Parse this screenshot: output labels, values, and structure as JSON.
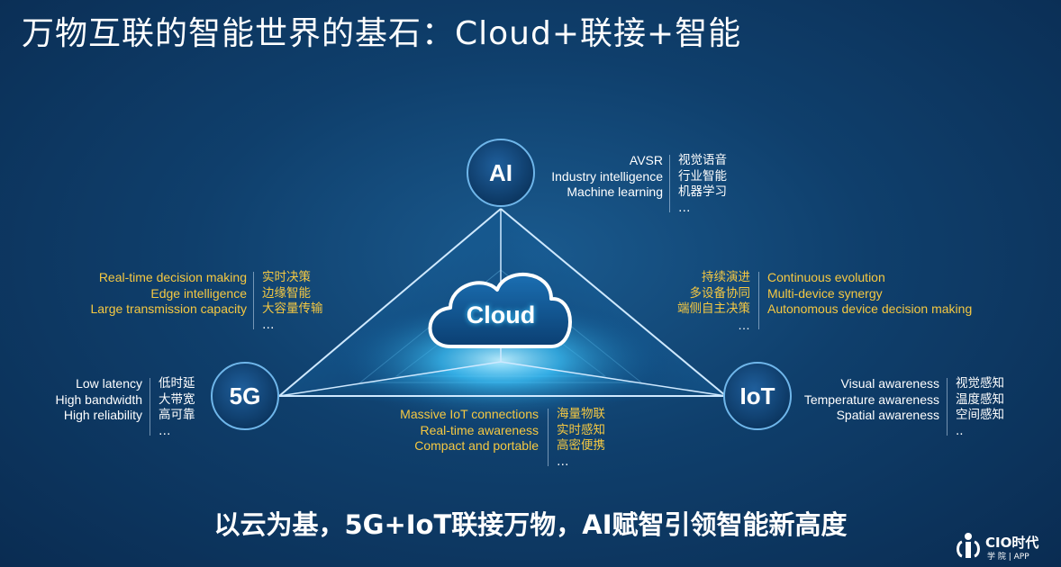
{
  "title": "万物互联的智能世界的基石：Cloud+联接+智能",
  "center": {
    "label": "Cloud"
  },
  "nodes": {
    "ai": "AI",
    "fiveg": "5G",
    "iot": "IoT"
  },
  "ai_list": {
    "en": [
      "AVSR",
      "Industry intelligence",
      "Machine learning"
    ],
    "cn": [
      "视觉语音",
      "行业智能",
      "机器学习",
      "…"
    ]
  },
  "left_list": {
    "en": [
      "Real-time decision making",
      "Edge intelligence",
      "Large transmission capacity"
    ],
    "cn": [
      "实时决策",
      "边缘智能",
      "大容量传输",
      "…"
    ]
  },
  "right_list": {
    "cn": [
      "持续演进",
      "多设备协同",
      "端侧自主决策",
      "…"
    ],
    "en": [
      "Continuous evolution",
      "Multi-device synergy",
      "Autonomous device decision making"
    ]
  },
  "fiveg_list": {
    "en": [
      "Low latency",
      "High bandwidth",
      "High reliability"
    ],
    "cn": [
      "低时延",
      "大带宽",
      "高可靠",
      "…"
    ]
  },
  "bottom_list": {
    "en": [
      "Massive IoT connections",
      "Real-time awareness",
      "Compact and portable"
    ],
    "cn": [
      "海量物联",
      "实时感知",
      "高密便携",
      "…"
    ]
  },
  "iot_list": {
    "en": [
      "Visual awareness",
      "Temperature awareness",
      "Spatial awareness"
    ],
    "cn": [
      "视觉感知",
      "温度感知",
      "空间感知",
      ".."
    ]
  },
  "slogan": "以云为基，5G+IoT联接万物，AI赋智引领智能新高度",
  "logo": {
    "brand": "CIO时代",
    "sub": "学 院 | APP"
  },
  "colors": {
    "highlight": "#f5c842",
    "glow": "#3ec8ff",
    "node": "#0f4a82"
  }
}
